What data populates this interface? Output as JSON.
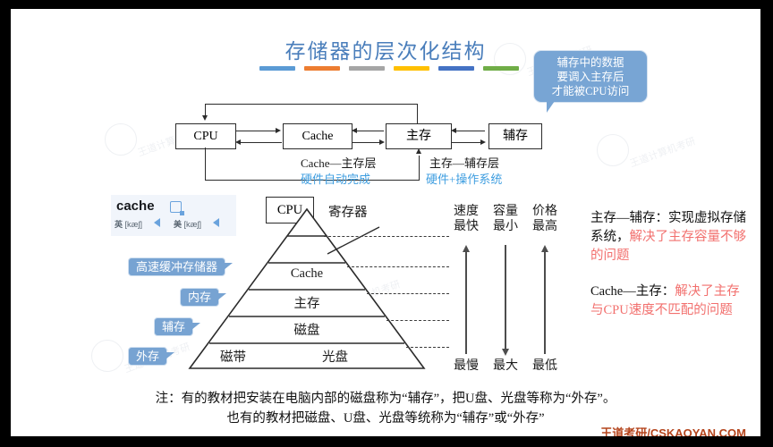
{
  "title": "存储器的层次化结构",
  "accent": "#4a7ebb",
  "bar_colors": [
    "#5b9bd5",
    "#ed7d31",
    "#a5a5a5",
    "#ffc000",
    "#4472c4",
    "#70ad47"
  ],
  "callout": {
    "line1": "辅存中的数据",
    "line2": "要调入主存后",
    "line3": "才能被CPU访问",
    "color": "#78a5d4"
  },
  "diagram": {
    "boxes": [
      "CPU",
      "Cache",
      "主存",
      "辅存"
    ],
    "labels": {
      "cache_main": "Cache—主存层",
      "cache_main_sub": "硬件自动完成",
      "main_aux": "主存—辅存层",
      "main_aux_sub": "硬件+操作系统",
      "sub_color": "#3f9ee0"
    }
  },
  "dictionary": {
    "word": "cache",
    "uk_label": "英",
    "uk_phonetic": "[kæʃ]",
    "us_label": "美",
    "us_phonetic": "[kæʃ]",
    "copy_icon": "copy-icon",
    "speaker_icon": "speaker-icon"
  },
  "pyramid": {
    "top_box": "CPU",
    "register_label": "寄存器",
    "levels": [
      "Cache",
      "主存",
      "磁盘"
    ],
    "bottom_left": "磁带",
    "bottom_right": "光盘"
  },
  "side_labels": [
    {
      "text": "高速缓冲存储器"
    },
    {
      "text": "内存"
    },
    {
      "text": "辅存"
    },
    {
      "text": "外存"
    }
  ],
  "metrics": [
    {
      "name": "速度",
      "top": "最快",
      "bottom": "最慢",
      "direction": "up"
    },
    {
      "name": "容量",
      "top": "最小",
      "bottom": "最大",
      "direction": "down"
    },
    {
      "name": "价格",
      "top": "最高",
      "bottom": "最低",
      "direction": "up"
    }
  ],
  "notes_right": {
    "note1_black": "主存—辅存：实现虚拟存储系统，",
    "note1_red": "解决了主存容量不够的问题",
    "note2_black": "Cache—主存：",
    "note2_red": "解决了主存与CPU速度不匹配的问题",
    "red_color": "#f2706e"
  },
  "bottom_note": {
    "line1": "注：有的教材把安装在电脑内部的磁盘称为“辅存”，把U盘、光盘等称为“外存”。",
    "line2": "也有的教材把磁盘、U盘、光盘等统称为“辅存”或“外存”"
  },
  "footer": "王道考研/CSKAOYAN.COM",
  "watermark": "王道计算机考研"
}
